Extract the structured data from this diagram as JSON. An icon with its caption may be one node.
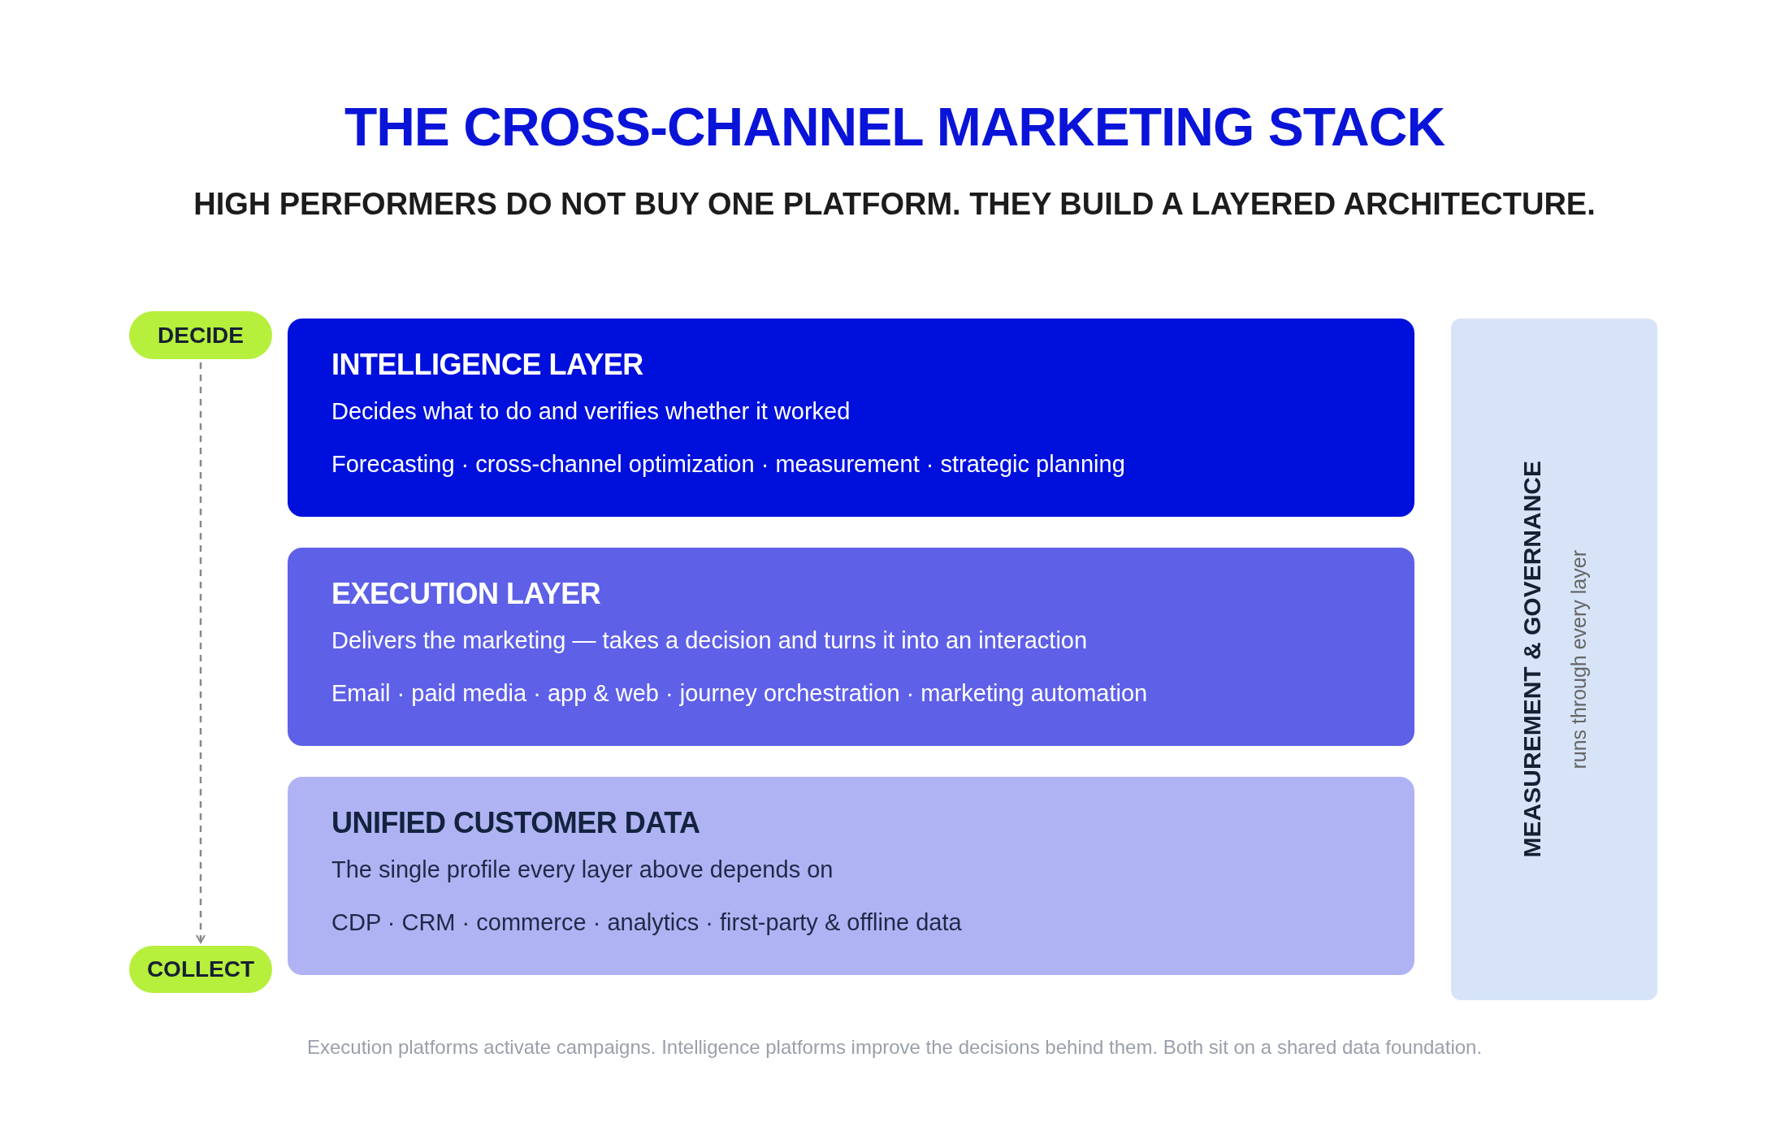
{
  "diagram": {
    "title": "THE CROSS-CHANNEL MARKETING STACK",
    "caption": "Execution platforms activate campaigns. Intelligence platforms improve the decisions behind them. Both sit on a shared data foundation.",
    "nodes": [
      {
        "text": [
          "DECIDE"
        ]
      },
      {
        "text": [
          "INTELLIGENCE LAYER",
          "Decides what to do and verifies whether it worked",
          "Forecasting · cross-channel optimization · measurement · strategic planning"
        ]
      },
      {
        "text": [
          "EXECUTION LAYER",
          "Delivers the marketing — takes a decision and turns it into an interaction",
          "Email · paid media · app & web · journey orchestration · marketing automation"
        ]
      },
      {
        "text": [
          "UNIFIED CUSTOMER DATA",
          "The single profile every layer above depends on",
          "CDP · CRM · commerce · analytics · first-party & offline data"
        ]
      },
      {
        "text": [
          "COLLECT"
        ]
      },
      {
        "text": [
          "MEASUREMENT & GOVERNANCE",
          "runs through every layer"
        ]
      }
    ],
    "edges": [
      {
        "from": 0,
        "to": 4,
        "arrow": "to",
        "style": "dashed"
      }
    ],
    "labels": [
      "HIGH PERFORMERS DO NOT BUY ONE PLATFORM. THEY BUILD A LAYERED ARCHITECTURE."
    ]
  }
}
